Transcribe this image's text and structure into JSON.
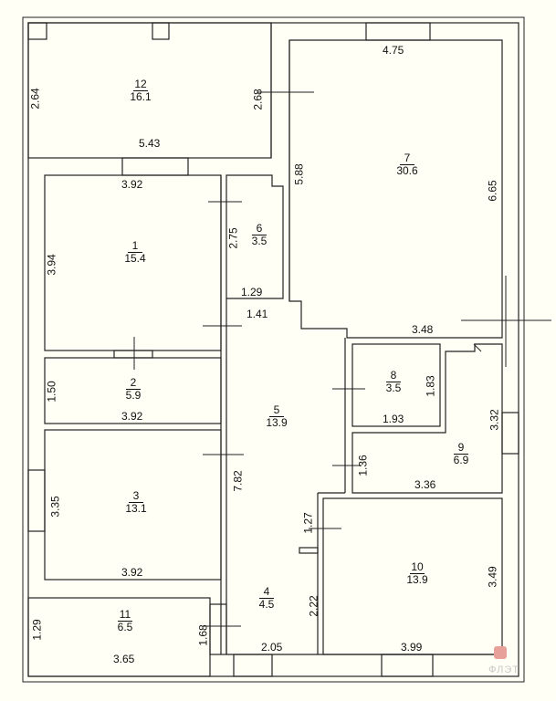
{
  "rooms": [
    {
      "id": "12",
      "number": "12",
      "area": "16.1"
    },
    {
      "id": "7",
      "number": "7",
      "area": "30.6"
    },
    {
      "id": "1",
      "number": "1",
      "area": "15.4"
    },
    {
      "id": "6",
      "number": "6",
      "area": "3.5"
    },
    {
      "id": "2",
      "number": "2",
      "area": "5.9"
    },
    {
      "id": "5",
      "number": "5",
      "area": "13.9"
    },
    {
      "id": "8",
      "number": "8",
      "area": "3.5"
    },
    {
      "id": "9",
      "number": "9",
      "area": "6.9"
    },
    {
      "id": "3",
      "number": "3",
      "area": "13.1"
    },
    {
      "id": "10",
      "number": "10",
      "area": "13.9"
    },
    {
      "id": "4",
      "number": "4",
      "area": "4.5"
    },
    {
      "id": "11",
      "number": "11",
      "area": "6.5"
    }
  ],
  "dimensions": {
    "d_2_64": "2.64",
    "d_2_68": "2.68",
    "d_5_43": "5.43",
    "d_4_75": "4.75",
    "d_5_88": "5.88",
    "d_6_65": "6.65",
    "d_3_92_a": "3.92",
    "d_3_94": "3.94",
    "d_2_75": "2.75",
    "d_1_29_a": "1.29",
    "d_1_41": "1.41",
    "d_3_48": "3.48",
    "d_1_50": "1.50",
    "d_3_92_b": "3.92",
    "d_1_83": "1.83",
    "d_1_93": "1.93",
    "d_3_32": "3.32",
    "d_1_36": "1.36",
    "d_3_36": "3.36",
    "d_7_82": "7.82",
    "d_3_35": "3.35",
    "d_1_27": "1.27",
    "d_3_92_c": "3.92",
    "d_3_49": "3.49",
    "d_2_22": "2.22",
    "d_1_29_b": "1.29",
    "d_1_68": "1.68",
    "d_3_65": "3.65",
    "d_2_05": "2.05",
    "d_3_99": "3.99"
  },
  "watermark": "ФЛЭТ"
}
